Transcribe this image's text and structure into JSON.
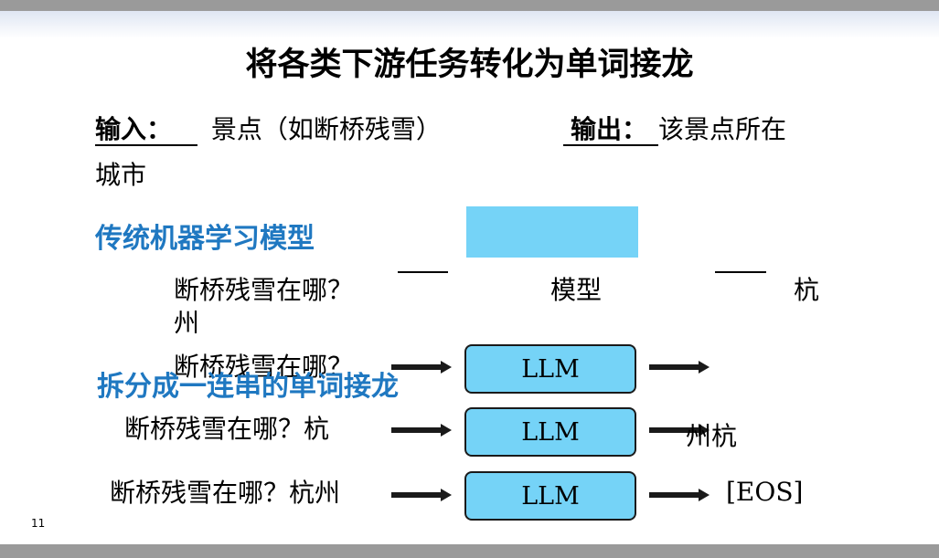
{
  "title": "将各类下游任务转化为单词接龙",
  "io": {
    "input_label": "输入：",
    "input_text": "景点（如断桥残雪）",
    "output_label": "输出：",
    "output_text": "该景点所在",
    "output_wrap": "城市"
  },
  "traditional": {
    "heading": "传统机器学习模型",
    "question": "断桥残雪在哪？",
    "model_label": "模型",
    "answer_part1": "杭",
    "answer_part2": "州"
  },
  "split": {
    "heading": "拆分成一连串的单词接龙",
    "rows": [
      {
        "input": "断桥残雪在哪？",
        "box": "LLM",
        "output": ""
      },
      {
        "input": "断桥残雪在哪？杭",
        "box": "LLM",
        "output": "州杭"
      },
      {
        "input": "断桥残雪在哪？杭州",
        "box": "LLM",
        "output": "[EOS]"
      }
    ]
  },
  "page_number": "11"
}
